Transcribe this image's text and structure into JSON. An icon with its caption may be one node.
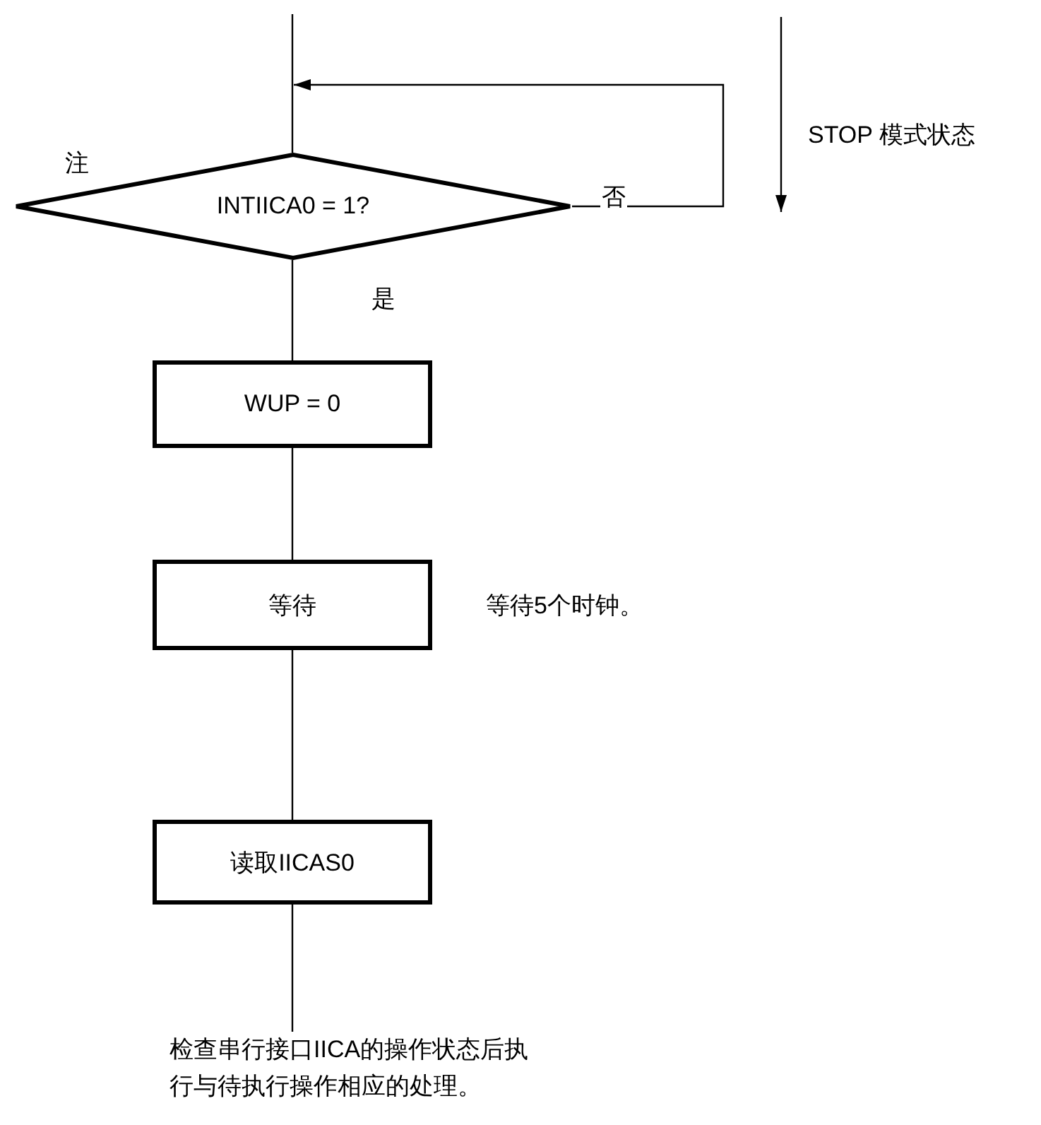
{
  "diagram": {
    "nodes": [
      {
        "text": [
          "INTIICA0 = 1?"
        ]
      },
      {
        "text": [
          "WUP = 0"
        ]
      },
      {
        "text": [
          "等待"
        ],
        "beside": [
          "等待5个时钟。"
        ]
      },
      {
        "text": [
          "读取IICAS0"
        ]
      },
      {
        "text": [
          "检查串行接口IICA的操作状态后执行与待执行操作相应的处理。"
        ]
      }
    ],
    "edges": [
      {
        "from": null,
        "to": 0,
        "arrow": "none"
      },
      {
        "from": 0,
        "to": 0,
        "arrow": "to",
        "label": "否"
      },
      {
        "from": 0,
        "to": 1,
        "arrow": "none",
        "label": "是"
      },
      {
        "from": 1,
        "to": 2,
        "arrow": "none"
      },
      {
        "from": 2,
        "to": 3,
        "arrow": "none"
      },
      {
        "from": 3,
        "to": 4,
        "arrow": "none"
      }
    ],
    "labels": [
      "注",
      "STOP 模式状态"
    ]
  }
}
